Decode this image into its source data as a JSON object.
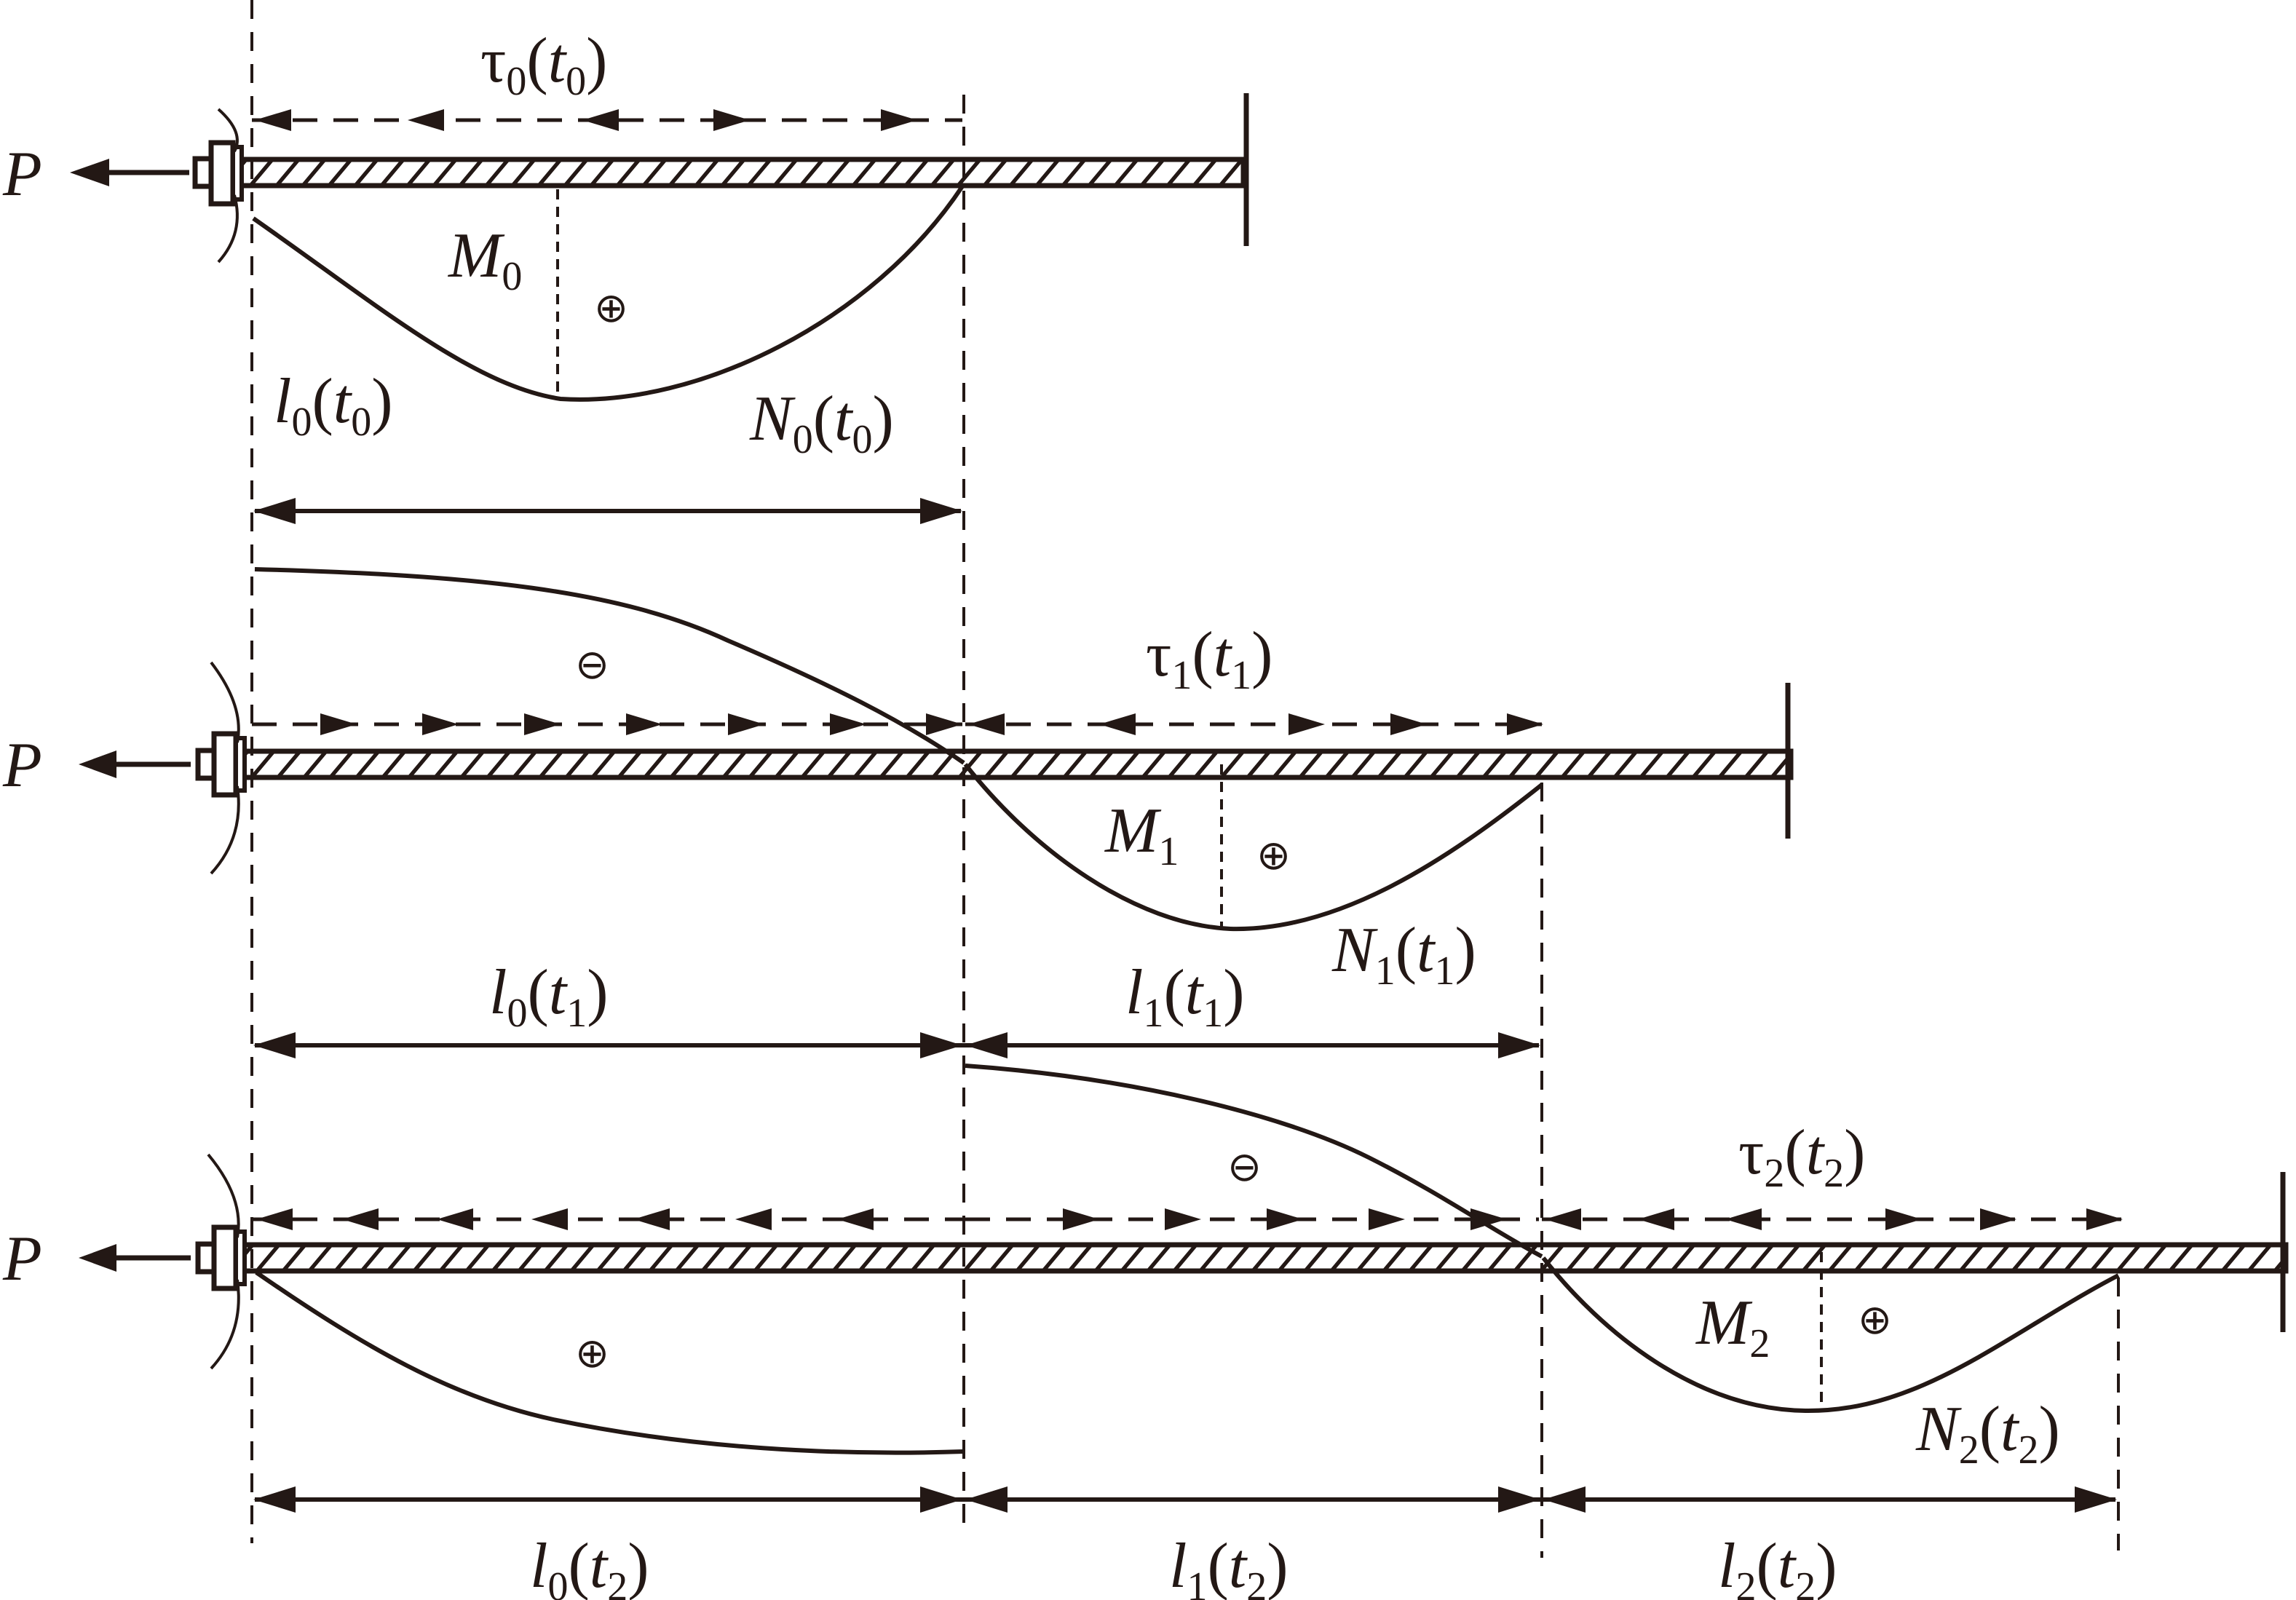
{
  "load": "P",
  "stages": [
    {
      "tau": "τ",
      "tau_sub": "0",
      "tau_arg": "t",
      "tau_arg_sub": "0",
      "M": "M",
      "M_sub": "0",
      "N": "N",
      "N_sub": "0",
      "N_arg": "t",
      "N_arg_sub": "0",
      "lengths": [
        {
          "l": "l",
          "l_sub": "0",
          "arg": "t",
          "arg_sub": "0"
        }
      ]
    },
    {
      "tau": "τ",
      "tau_sub": "1",
      "tau_arg": "t",
      "tau_arg_sub": "1",
      "M": "M",
      "M_sub": "1",
      "N": "N",
      "N_sub": "1",
      "N_arg": "t",
      "N_arg_sub": "1",
      "lengths": [
        {
          "l": "l",
          "l_sub": "0",
          "arg": "t",
          "arg_sub": "1"
        },
        {
          "l": "l",
          "l_sub": "1",
          "arg": "t",
          "arg_sub": "1"
        }
      ]
    },
    {
      "tau": "τ",
      "tau_sub": "2",
      "tau_arg": "t",
      "tau_arg_sub": "2",
      "M": "M",
      "M_sub": "2",
      "N": "N",
      "N_sub": "2",
      "N_arg": "t",
      "N_arg_sub": "2",
      "lengths": [
        {
          "l": "l",
          "l_sub": "0",
          "arg": "t",
          "arg_sub": "2"
        },
        {
          "l": "l",
          "l_sub": "1",
          "arg": "t",
          "arg_sub": "2"
        },
        {
          "l": "l",
          "l_sub": "2",
          "arg": "t",
          "arg_sub": "2"
        }
      ]
    }
  ],
  "signs": {
    "positive": "⊕",
    "negative": "⊖"
  },
  "colors": {
    "ink": "#231815"
  }
}
